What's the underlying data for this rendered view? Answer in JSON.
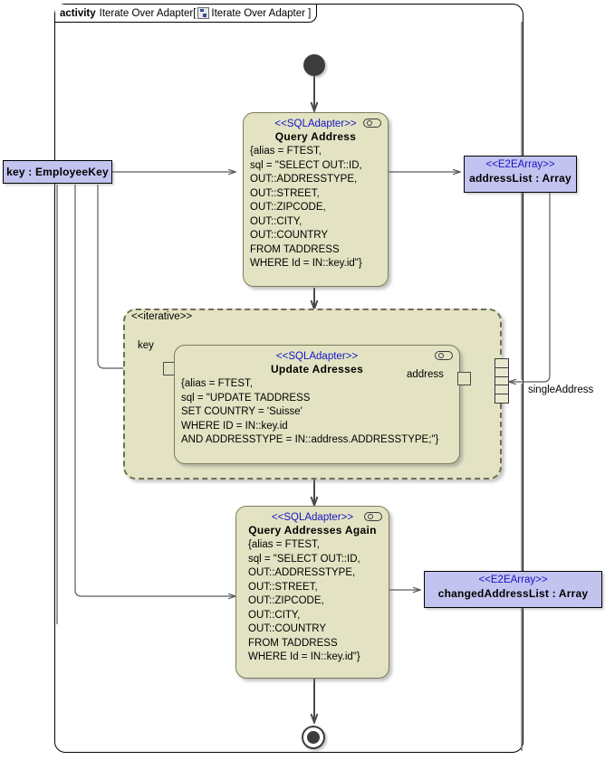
{
  "frame": {
    "keyword": "activity",
    "name": "Iterate Over Adapter[",
    "icon": "activity-diagram-icon",
    "inner_name": "Iterate Over Adapter ]"
  },
  "nodes": {
    "start": {
      "name": "initial-node"
    },
    "end": {
      "name": "activity-final-node"
    },
    "query_address": {
      "stereotype": "<<SQLAdapter>>",
      "name": "Query  Address",
      "body": "{alias = FTEST,\nsql = \"SELECT OUT::ID,\nOUT::ADDRESSTYPE,\nOUT::STREET,\nOUT::ZIPCODE,\nOUT::CITY,\nOUT::COUNTRY\nFROM TADDRESS\nWHERE Id = IN::key.id\"}"
    },
    "update_addresses": {
      "stereotype": "<<SQLAdapter>>",
      "name": "Update Adresses",
      "body": "{alias = FTEST,\nsql = \"UPDATE TADDRESS\nSET COUNTRY = 'Suisse'\nWHERE ID = IN::key.id\nAND ADDRESSTYPE = IN::address.ADDRESSTYPE;\"}",
      "pin_label": "address",
      "in_pin_label": "key"
    },
    "query_addresses_again": {
      "stereotype": "<<SQLAdapter>>",
      "name": "Query  Addresses Again",
      "body": "{alias = FTEST,\nsql = \"SELECT OUT::ID,\nOUT::ADDRESSTYPE,\nOUT::STREET,\nOUT::ZIPCODE,\nOUT::CITY,\nOUT::COUNTRY\nFROM TADDRESS\nWHERE Id = IN::key.id\"}"
    }
  },
  "objects": {
    "key": {
      "label": "key : EmployeeKey"
    },
    "address_list": {
      "stereotype": "<<E2EArray>>",
      "label": "addressList : Array"
    },
    "changed_address_list": {
      "stereotype": "<<E2EArray>>",
      "label": "changedAddressList : Array"
    }
  },
  "region": {
    "stereotype": "<<iterative>>",
    "expansion_node_label": "singleAddress"
  },
  "colors": {
    "action_fill": "#e3e3c3",
    "action_border": "#7d7d5e",
    "object_fill": "#c3c3f0",
    "stereotype_text": "#1414c8",
    "edge": "#5a5a5a",
    "node_dark": "#3c3c3c"
  }
}
